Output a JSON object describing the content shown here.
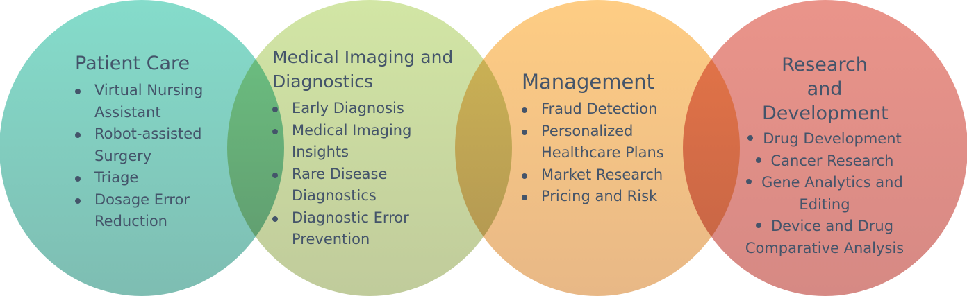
{
  "circles": [
    {
      "title": "Patient Care",
      "color_top": "#85dccb",
      "color_bottom": "#7ebdb2",
      "items": [
        "Virtual Nursing Assistant",
        "Robot-assisted Surgery",
        "Triage",
        "Dosage Error Reduction"
      ]
    },
    {
      "title": "Medical Imaging and Diagnostics",
      "color_top": "#d2e6a5",
      "color_bottom": "#c0cb9b",
      "items": [
        "Early Diagnosis",
        "Medical Imaging Insights",
        "Rare Disease Diagnostics",
        "Diagnostic Error Prevention"
      ]
    },
    {
      "title": "Management",
      "color_top": "#fecd84",
      "color_bottom": "#e8b886",
      "items": [
        "Fraud Detection",
        "Personalized Healthcare Plans",
        "Market Research",
        "Pricing and Risk"
      ]
    },
    {
      "title": "Research and Development",
      "color_top": "#ea948a",
      "color_bottom": "#d68984",
      "items": [
        "Drug Development",
        "Cancer Research",
        "Gene Analytics and Editing",
        "Device and Drug Comparative Analysis"
      ]
    }
  ],
  "text_color": "#44546a"
}
